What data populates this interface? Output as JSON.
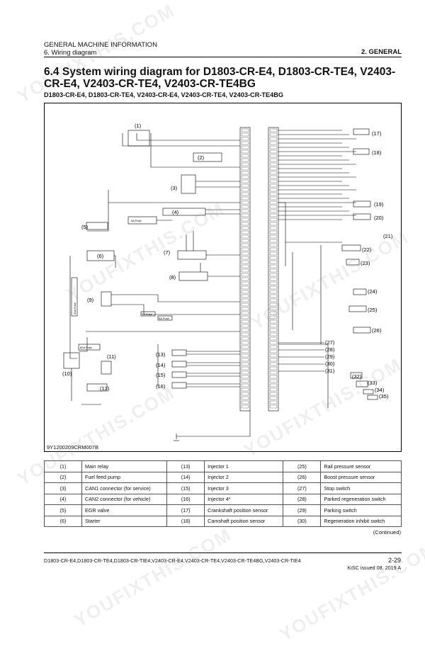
{
  "header": {
    "section_title": "GENERAL MACHINE INFORMATION",
    "subsection": "6. Wiring diagram",
    "chapter": "2. GENERAL"
  },
  "title": "6.4 System wiring diagram for D1803-CR-E4, D1803-CR-TE4, V2403-CR-E4, V2403-CR-TE4, V2403-CR-TE4BG",
  "subtitle": "D1803-CR-E4, D1803-CR-TE4, V2403-CR-E4, V2403-CR-TE4, V2403-CR-TE4BG",
  "diagram": {
    "id": "9Y1200209CRM007B",
    "callouts": [
      "(1)",
      "(2)",
      "(3)",
      "(4)",
      "(5)",
      "(6)",
      "(7)",
      "(8)",
      "(9)",
      "(10)",
      "(11)",
      "(12)",
      "(13)",
      "(14)",
      "(15)",
      "(16)",
      "(17)",
      "(18)",
      "(19)",
      "(20)",
      "(21)",
      "(22)",
      "(23)",
      "(24)",
      "(25)",
      "(26)",
      "(27)",
      "(28)",
      "(29)",
      "(30)",
      "(31)",
      "(32)",
      "(33)",
      "(34)",
      "(35)"
    ],
    "fuse_labels": {
      "f5a_a": "5A Fuse",
      "f30a": "30A Fuse",
      "f5a_b": "5A Fuse",
      "f5a_c": "5A Fuse",
      "f60a": "60A Fuse"
    }
  },
  "legend": [
    [
      {
        "n": "(1)",
        "t": "Main relay"
      },
      {
        "n": "(13)",
        "t": "Injector 1"
      },
      {
        "n": "(25)",
        "t": "Rail pressure sensor"
      }
    ],
    [
      {
        "n": "(2)",
        "t": "Fuel feed pump"
      },
      {
        "n": "(14)",
        "t": "Injector 2"
      },
      {
        "n": "(26)",
        "t": "Boost pressure sensor"
      }
    ],
    [
      {
        "n": "(3)",
        "t": "CAN1 connector (for service)"
      },
      {
        "n": "(15)",
        "t": "Injector 3"
      },
      {
        "n": "(27)",
        "t": "Stop switch"
      }
    ],
    [
      {
        "n": "(4)",
        "t": "CAN2 connector (for vehicle)"
      },
      {
        "n": "(16)",
        "t": "Injector 4*"
      },
      {
        "n": "(28)",
        "t": "Parked regeneration switch"
      }
    ],
    [
      {
        "n": "(5)",
        "t": "EGR valve"
      },
      {
        "n": "(17)",
        "t": "Crankshaft position sensor"
      },
      {
        "n": "(29)",
        "t": "Parking switch"
      }
    ],
    [
      {
        "n": "(6)",
        "t": "Starter"
      },
      {
        "n": "(18)",
        "t": "Camshaft position sensor"
      },
      {
        "n": "(30)",
        "t": "Regeneration inhibit switch"
      }
    ]
  ],
  "continued": "(Continued)",
  "footer": {
    "models": "D1803-CR-E4,D1803-CR-TE4,D1803-CR-TIE4,V2403-CR-E4,V2403-CR-TE4,V2403-CR-TE4BG,V2403-CR-TIE4",
    "page": "2-29",
    "issue": "KiSC issued 08, 2019 A"
  },
  "watermark": "YOUFIXTHIS.COM"
}
